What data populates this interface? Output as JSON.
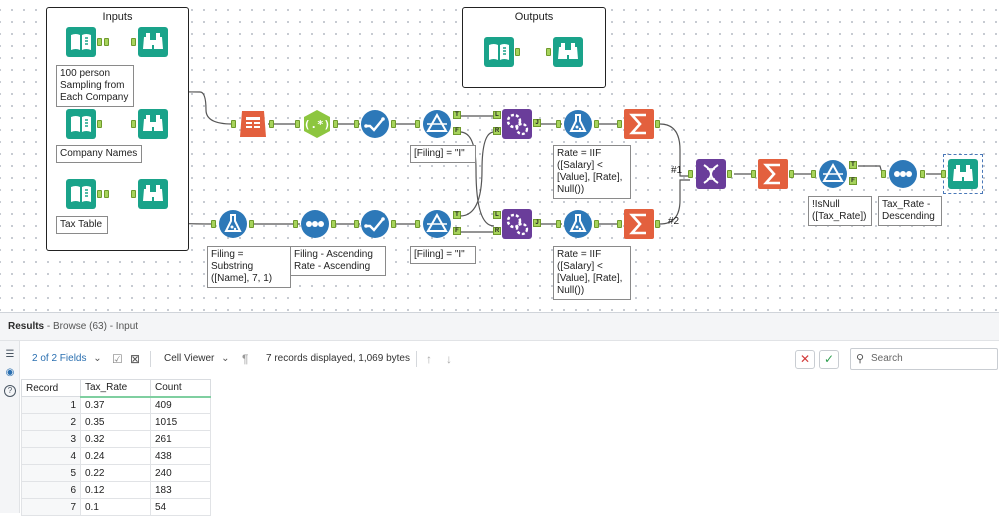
{
  "canvas": {
    "containers": {
      "inputs": {
        "title": "Inputs"
      },
      "outputs": {
        "title": "Outputs"
      }
    },
    "annotations": {
      "sampling": "100 person\nSampling from\nEach Company",
      "company_names": "Company Names",
      "tax_table": "Tax Table",
      "filter_top": "[Filing] = \"I\"",
      "filter_bottom": "[Filing] = \"I\"",
      "formula_filing": "Filing = Substring\n([Name], 7, 1)",
      "sort_filing": "Filing - Ascending\nRate - Ascending",
      "formula_rate_top": "Rate = IIF\n([Salary] <\n[Value], [Rate],\nNull())",
      "formula_rate_bottom": "Rate = IIF\n([Salary] <\n[Value], [Rate],\nNull())",
      "isnull_filter": "!IsNull\n([Tax_Rate])",
      "sort_taxrate": "Tax_Rate -\nDescending"
    },
    "connection_labels": {
      "one": "#1",
      "two": "#2"
    },
    "anchor_labels": {
      "true": "T",
      "false": "F",
      "join_left": "L",
      "join_join": "J",
      "join_right": "R"
    },
    "tool_colors": {
      "input_teal": "#1aa38a",
      "browse_teal": "#1aa38a",
      "parse_orange": "#e3603e",
      "prep_green": "#8dc63f",
      "preparation_blue": "#2d78b8",
      "join_purple": "#6a3d9a",
      "transform_orange": "#e3603e",
      "developer_purple": "#6a3d9a"
    }
  },
  "results": {
    "header_title": "Results",
    "header_sub": " - Browse (63) - Input",
    "fields_label": "2 of 2 Fields",
    "cell_viewer_label": "Cell Viewer",
    "records_info": "7 records displayed, 1,069 bytes",
    "search_placeholder": "Search",
    "columns": [
      "Record",
      "Tax_Rate",
      "Count"
    ],
    "rows": [
      {
        "record": "1",
        "tax_rate": "0.37",
        "count": "409"
      },
      {
        "record": "2",
        "tax_rate": "0.35",
        "count": "1015"
      },
      {
        "record": "3",
        "tax_rate": "0.32",
        "count": "261"
      },
      {
        "record": "4",
        "tax_rate": "0.24",
        "count": "438"
      },
      {
        "record": "5",
        "tax_rate": "0.22",
        "count": "240"
      },
      {
        "record": "6",
        "tax_rate": "0.12",
        "count": "183"
      },
      {
        "record": "7",
        "tax_rate": "0.1",
        "count": "54"
      }
    ]
  }
}
